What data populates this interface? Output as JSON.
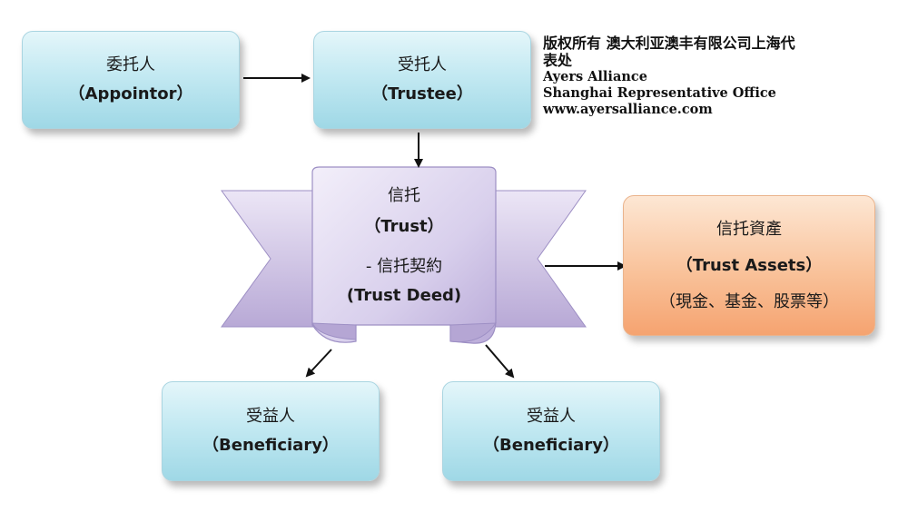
{
  "copyright": {
    "line1": "版权所有 澳大利亚澳丰有限公司上海代",
    "line2": "表处",
    "line3": "Ayers Alliance",
    "line4": "Shanghai Representative Office",
    "line5": "www.ayersalliance.com"
  },
  "appointor": {
    "cn": "委托人",
    "en": "（Appointor）"
  },
  "trustee": {
    "cn": "受托人",
    "en": "（Trustee）"
  },
  "trust": {
    "cn": "信托",
    "en": "（Trust）",
    "deed_cn": "- 信托契約",
    "deed_en": "(Trust Deed)"
  },
  "assets": {
    "cn": "信托資產",
    "en": "（Trust Assets）",
    "examples": "（現金、基金、股票等）"
  },
  "beneficiary_1": {
    "cn": "受益人",
    "en": "（Beneficiary）"
  },
  "beneficiary_2": {
    "cn": "受益人",
    "en": "（Beneficiary）"
  },
  "colors": {
    "box_blue": "#c3e9f2",
    "box_orange": "#f9c29a",
    "ribbon_purple": "#d6cdea",
    "arrow": "#111111"
  }
}
